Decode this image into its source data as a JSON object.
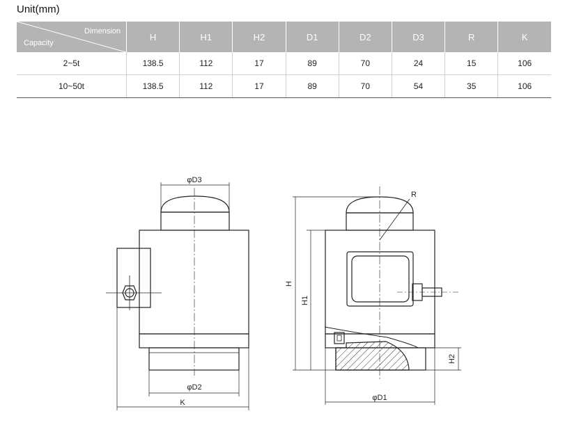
{
  "unit_label": "Unit(mm)",
  "table": {
    "corner_top": "Dimension",
    "corner_bottom": "Capacity",
    "headers": [
      "H",
      "H1",
      "H2",
      "D1",
      "D2",
      "D3",
      "R",
      "K"
    ],
    "rows": [
      {
        "capacity": "2~5t",
        "values": [
          "138.5",
          "112",
          "17",
          "89",
          "70",
          "24",
          "15",
          "106"
        ]
      },
      {
        "capacity": "10~50t",
        "values": [
          "138.5",
          "112",
          "17",
          "89",
          "70",
          "54",
          "35",
          "106"
        ]
      }
    ]
  },
  "drawing": {
    "left_view": {
      "d3": "φD3",
      "d2": "φD2",
      "k": "K"
    },
    "right_view": {
      "r": "R",
      "h": "H",
      "h1": "H1",
      "h2": "H2",
      "d1": "φD1"
    }
  }
}
